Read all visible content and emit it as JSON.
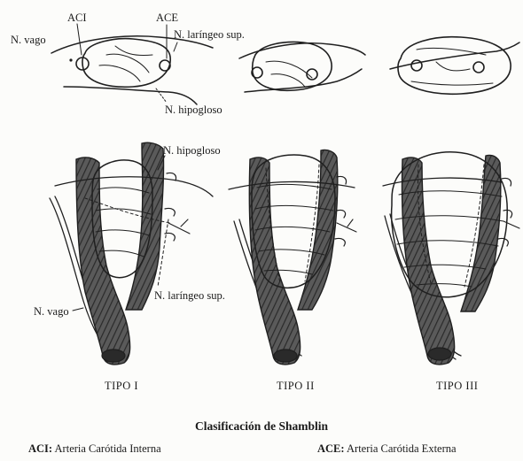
{
  "labels": {
    "aci": "ACI",
    "ace": "ACE",
    "vagus_top": "N. vago",
    "laryngeal_top": "N. laríngeo sup.",
    "hypoglossal_top": "N. hipogloso",
    "hypoglossal_mid": "N. hipogloso",
    "laryngeal_mid": "N. laríngeo sup.",
    "vagus_mid": "N. vago"
  },
  "types": [
    "TIPO I",
    "TIPO II",
    "TIPO III"
  ],
  "caption": "Clasificación de Shamblin",
  "legend": {
    "left_abbr": "ACI:",
    "left_text": "Arteria Carótida Interna",
    "right_abbr": "ACE:",
    "right_text": "Arteria Carótida Externa"
  },
  "colors": {
    "ink": "#1f1f1f",
    "artery_fill": "#4a4a4a",
    "tumor_fill": "#f3f3ef",
    "background": "#fcfcfa"
  }
}
